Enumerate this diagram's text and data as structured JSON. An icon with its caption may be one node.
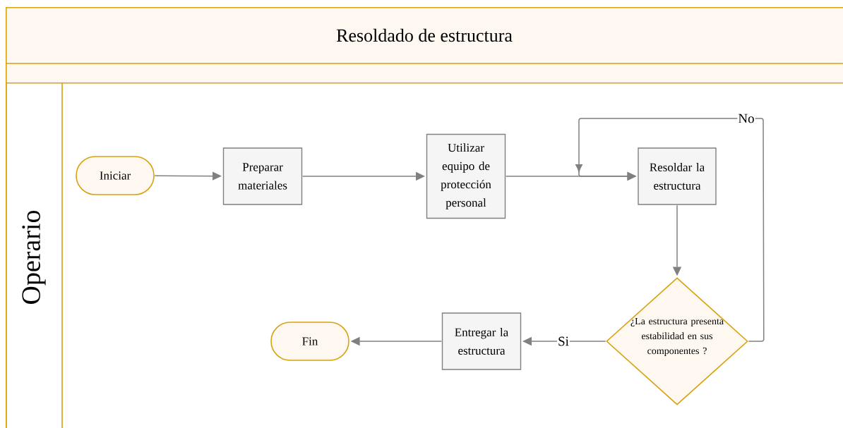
{
  "diagram": {
    "nodes": [
      {
        "text": [
          "Resoldado de estructura"
        ]
      },
      {
        "text": [
          "Operario"
        ],
        "in": 0
      },
      {
        "text": [
          "Iniciar"
        ],
        "in": 1
      },
      {
        "text": [
          "Preparar materiales"
        ],
        "in": 1
      },
      {
        "text": [
          "Utilizar equipo de protección personal"
        ],
        "in": 1
      },
      {
        "text": [
          "Resoldar la estructura"
        ],
        "in": 1
      },
      {
        "text": [
          "¿La estructura presenta estabilidad en sus componentes ?"
        ],
        "in": 1
      },
      {
        "text": [
          "Entregar la estructura"
        ],
        "in": 1
      },
      {
        "text": [
          "Fin"
        ],
        "in": 1
      }
    ],
    "edges": [
      {
        "from": 2,
        "to": 3,
        "arrow": "to"
      },
      {
        "from": 3,
        "to": 4,
        "arrow": "to"
      },
      {
        "from": 4,
        "to": 5,
        "arrow": "to"
      },
      {
        "from": 5,
        "to": 6,
        "arrow": "to"
      },
      {
        "from": 6,
        "to": 5,
        "arrow": "to",
        "label": "No"
      },
      {
        "from": 6,
        "to": 7,
        "arrow": "to",
        "label": "Si"
      },
      {
        "from": 7,
        "to": 8,
        "arrow": "to"
      }
    ]
  }
}
